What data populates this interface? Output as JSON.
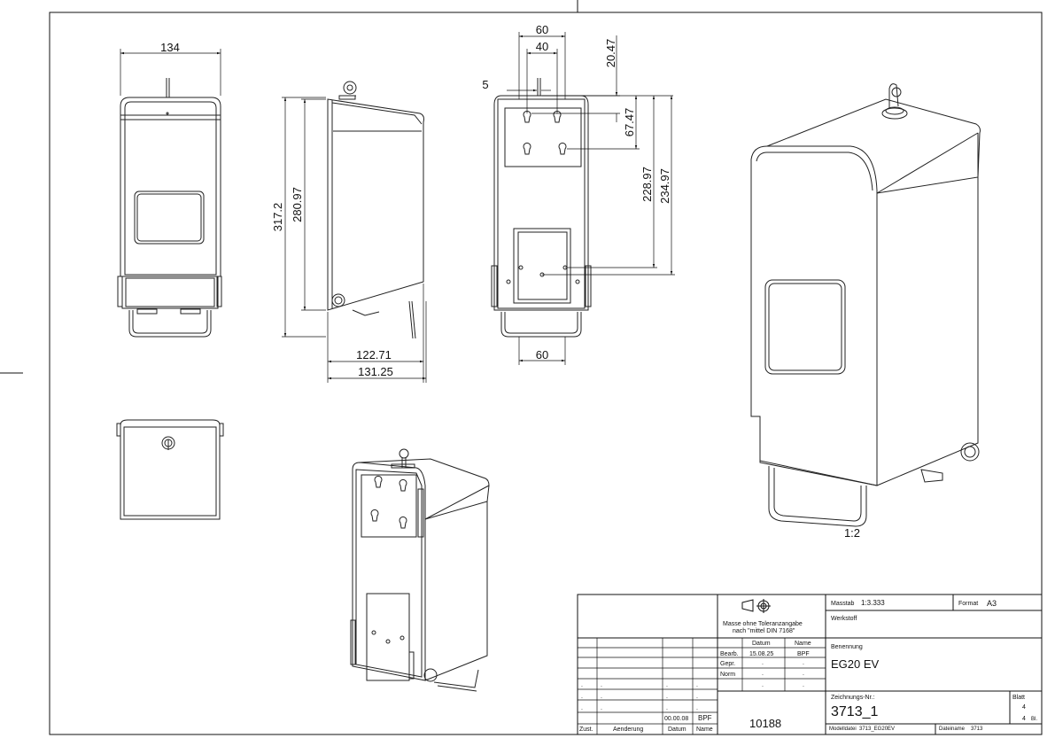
{
  "dimensions": {
    "front_width": "134",
    "side_height_total": "317.2",
    "side_height_body": "280.97",
    "side_depth_body": "122.71",
    "side_depth_total": "131.25",
    "back_top_60": "60",
    "back_top_40": "40",
    "back_5": "5",
    "back_20_47": "20.47",
    "back_67_47": "67.47",
    "back_228_97": "228.97",
    "back_234_97": "234.97",
    "back_bottom_60": "60"
  },
  "iso_scale": "1:2",
  "title_block": {
    "tolerance_note_1": "Masse ohne Toleranzangabe",
    "tolerance_note_2": "nach \"mittel DIN 7168\"",
    "masstab_label": "Masstab",
    "masstab_value": "1:3.333",
    "format_label": "Format",
    "format_value": "A3",
    "werkstoff_label": "Werkstoff",
    "benennung_label": "Benennung",
    "benennung_value": "EG20 EV",
    "zeichnungs_label": "Zeichnungs-Nr.:",
    "zeichnungs_value": "3713_1",
    "blatt_label": "Blatt",
    "blatt_value": "4",
    "blatt_total": "4",
    "blatt_unit": "Bl.",
    "modelldatei_label": "Modelldatei",
    "modelldatei_value": "3713_EG20EV",
    "dateiname_label": "Dateiname",
    "dateiname_value": "3713",
    "datum_header": "Datum",
    "name_header": "Name",
    "bearb_label": "Bearb.",
    "bearb_datum": "15.08.25",
    "bearb_name": "BPF",
    "gepr_label": "Gepr.",
    "norm_label": "Norm",
    "dot": ".",
    "rev_datum": "00.00.08",
    "rev_name": "BPF",
    "zust_label": "Zust.",
    "aenderung_label": "Aenderung",
    "datum_label": "Datum",
    "name_label": "Name",
    "part_number": "10188"
  }
}
